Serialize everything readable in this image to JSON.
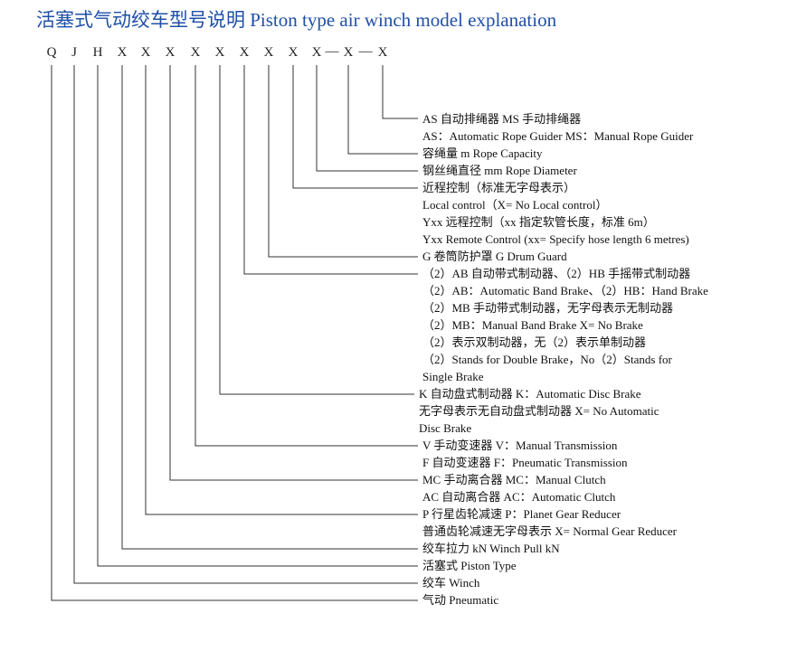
{
  "title": "活塞式气动绞车型号说明  Piston type air winch model explanation",
  "code_letters": [
    "Q",
    "J",
    "H",
    "X",
    "X",
    "X",
    "X",
    "X",
    "X",
    "X",
    "X",
    "X",
    "X",
    "X"
  ],
  "code_separators": [
    "—",
    "—"
  ],
  "descriptions": [
    "AS 自动排绳器  MS 手动排绳器",
    "AS：Automatic Rope Guider   MS：Manual Rope Guider",
    "容绳量 m   Rope Capacity",
    "钢丝绳直径 mm    Rope Diameter",
    "近程控制（标准无字母表示）",
    "Local control（X= No Local control）",
    "Yxx 远程控制（xx 指定软管长度，标准 6m）",
    "Yxx Remote Control (xx= Specify hose length 6 metres)",
    "G 卷筒防护罩 G Drum Guard",
    "（2）AB 自动带式制动器、（2）HB 手摇带式制动器",
    "（2）AB：Automatic Band Brake、（2）HB：Hand Brake",
    "（2）MB 手动带式制动器，无字母表示无制动器",
    "（2）MB：Manual Band Brake X= No Brake",
    "（2）表示双制动器，无（2）表示单制动器",
    "（2）Stands for Double Brake，No（2）Stands for",
    "Single Brake",
    "K 自动盘式制动器 K：Automatic Disc Brake",
    "无字母表示无自动盘式制动器 X= No Automatic",
    "Disc Brake",
    "V 手动变速器  V：Manual Transmission",
    "F 自动变速器  F：Pneumatic Transmission",
    "MC 手动离合器  MC：Manual Clutch",
    "AC 自动离合器  AC：Automatic Clutch",
    "P 行星齿轮减速  P：Planet Gear Reducer",
    "普通齿轮减速无字母表示  X= Normal Gear Reducer",
    "绞车拉力 kN    Winch Pull kN",
    "活塞式   Piston Type",
    "绞车   Winch",
    "气动   Pneumatic"
  ]
}
